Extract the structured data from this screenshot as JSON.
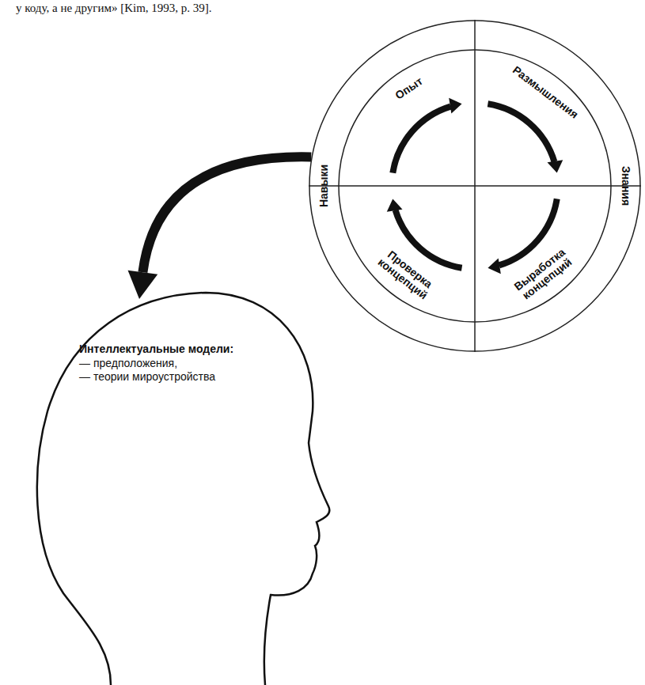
{
  "diagram": {
    "nodes": [
      {
        "text": [
          "Навыки",
          "Знания"
        ]
      },
      {
        "text": [
          "Опыт"
        ],
        "in": 0
      },
      {
        "text": [
          "Размышления"
        ],
        "in": 0
      },
      {
        "text": [
          "Выработка концепций"
        ],
        "in": 0
      },
      {
        "text": [
          "Проверка концепций"
        ],
        "in": 0
      },
      {
        "text": [
          "Интеллектуальные модели:",
          "— предположения,",
          "— теории мироустройства"
        ]
      }
    ],
    "edges": [
      {
        "from": 1,
        "to": 2,
        "arrow": "to"
      },
      {
        "from": 2,
        "to": 3,
        "arrow": "to"
      },
      {
        "from": 3,
        "to": 4,
        "arrow": "to"
      },
      {
        "from": 4,
        "to": 1,
        "arrow": "to"
      },
      {
        "from": 0,
        "to": 5,
        "arrow": "to"
      }
    ],
    "labels": [
      "у коду, а не другим» [Kim, 1993, p. 39]."
    ]
  }
}
